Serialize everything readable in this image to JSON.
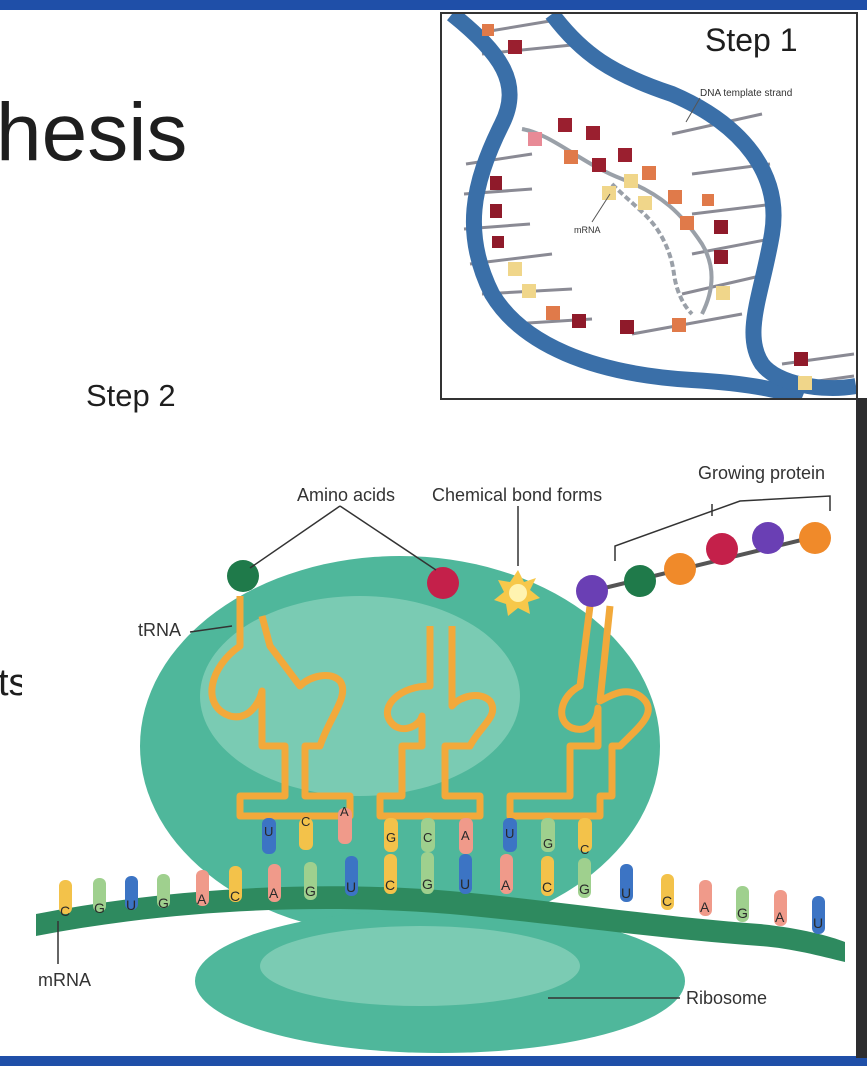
{
  "slide": {
    "title_fragment": "hesis",
    "bullet_fragment": "ts",
    "step1_label": "Step 1",
    "step2_label": "Step 2"
  },
  "step1": {
    "dna_template_label": "DNA template strand",
    "mrna_label": "mRNA"
  },
  "step2": {
    "amino_acids_label": "Amino acids",
    "chemical_bond_label": "Chemical bond forms",
    "growing_protein_label": "Growing protein",
    "trna_label": "tRNA",
    "mrna_label": "mRNA",
    "ribosome_label": "Ribosome",
    "mrna_bases": [
      "C",
      "G",
      "U",
      "G",
      "A",
      "C",
      "A",
      "G",
      "U",
      "C",
      "G",
      "U",
      "A",
      "C",
      "G",
      "U",
      "C",
      "A",
      "G",
      "A",
      "U"
    ],
    "anticodons": [
      [
        "U",
        "C",
        "A"
      ],
      [
        "G",
        "C",
        "A"
      ],
      [
        "U",
        "G",
        "C"
      ]
    ]
  },
  "colors": {
    "frame_blue": "#1f4fa8",
    "ribosome": "#4fb79b",
    "trna": "#f2a93b",
    "mrna_strand": "#2e8a5f"
  }
}
